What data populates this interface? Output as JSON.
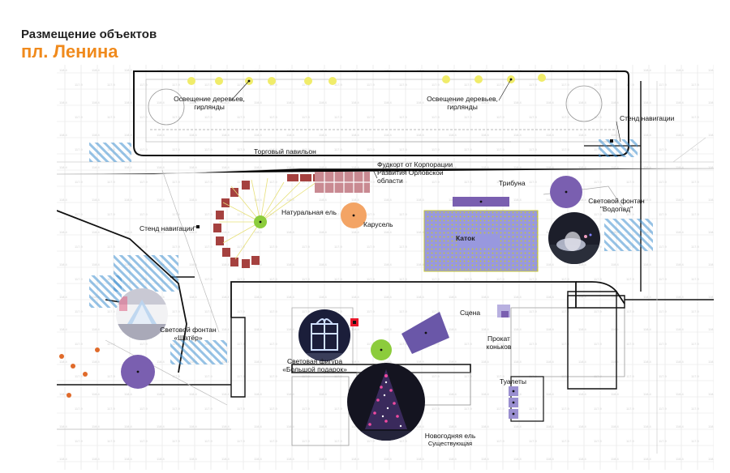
{
  "header": {
    "title": "Размещение объектов",
    "subtitle": "пл. Ленина"
  },
  "labels": {
    "lighting_left": "Освещение деревьев,\nгирлянды",
    "lighting_right": "Освещение деревьев,\nгирлянды",
    "nav_stand_top": "Стенд навигации",
    "pavilion": "Торговый павильон",
    "foodcourt": "Фудкорт от Корпорации\nРазвития Орловской\nобласти",
    "tribune": "Трибуна",
    "fountain_vodopad": "Световой фонтан\n\"Водопад\"",
    "nav_stand_left": "Стенд навигации",
    "natural_tree": "Натуральная ель",
    "carousel": "Карусель",
    "rink": "Каток",
    "fountain_shater": "Световой фонтан\n«Шатёр»",
    "stage": "Сцена",
    "skates": "Прокат\nконьков",
    "light_figure": "Световая фигура\n«Большой подарок»",
    "toilets": "Туалеты",
    "new_year_tree": "Новогодняя ель",
    "new_year_tree_note": "Существующая"
  },
  "colors": {
    "accent": "#f08a1c",
    "purple": "#7a5fb0",
    "rink": "#8f8fd8",
    "foodcourt": "#c98a92",
    "pavilion": "#a5413f",
    "tree_green": "#8ccc3c",
    "carousel": "#f3a465",
    "lamp": "#f0ec6a",
    "hatch": "#3f8fd0",
    "skates": "#b8b0e0"
  },
  "icons": {
    "fountain_marker": "purple-circle",
    "tree_marker": "green-circle",
    "carousel_marker": "orange-circle",
    "lamp_marker": "yellow-dot"
  }
}
